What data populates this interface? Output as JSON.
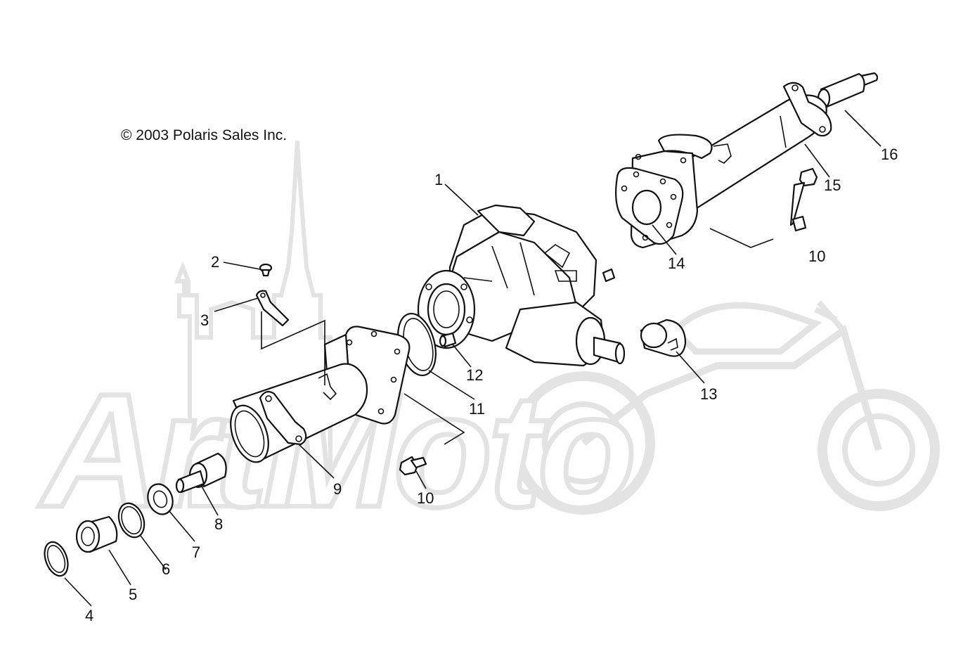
{
  "copyright": "© 2003 Polaris Sales Inc.",
  "watermark": "ArtMoto",
  "callouts": {
    "c1": "1",
    "c2": "2",
    "c3": "3",
    "c4": "4",
    "c5": "5",
    "c6": "6",
    "c7": "7",
    "c8": "8",
    "c9": "9",
    "c10a": "10",
    "c10b": "10",
    "c11": "11",
    "c12": "12",
    "c13": "13",
    "c14": "14",
    "c15": "15",
    "c16": "16"
  },
  "colors": {
    "line": "#111111",
    "watermark": "#e3e3e3",
    "background": "#ffffff"
  }
}
